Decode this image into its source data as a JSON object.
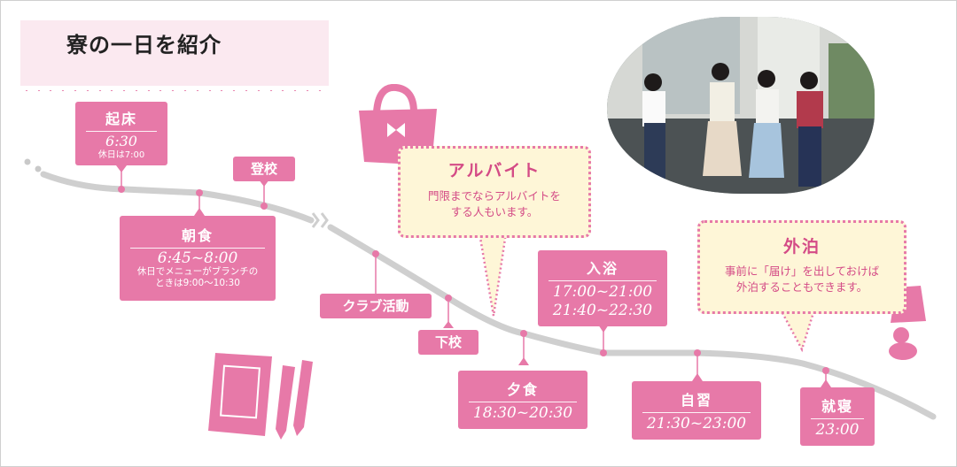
{
  "header": {
    "title": "寮の一日を紹介"
  },
  "colors": {
    "accent": "#e779a8",
    "callout_bg": "#fef6d7",
    "road": "#cfcfcf"
  },
  "events": [
    {
      "key": "wake",
      "name": "起床",
      "time": "6:30",
      "note": "休日は7:00"
    },
    {
      "key": "breakfast",
      "name": "朝食",
      "time": "6:45~8:00",
      "note1": "休日でメニューがブランチの",
      "note2": "ときは9:00〜10:30"
    },
    {
      "key": "bath",
      "name": "入浴",
      "time1": "17:00~21:00",
      "time2": "21:40~22:30"
    },
    {
      "key": "dinner",
      "name": "夕食",
      "time": "18:30~20:30"
    },
    {
      "key": "study",
      "name": "自習",
      "time": "21:30~23:00"
    },
    {
      "key": "sleep",
      "name": "就寝",
      "time": "23:00"
    }
  ],
  "tags": {
    "school": "登校",
    "club": "クラブ活動",
    "return": "下校"
  },
  "callouts": {
    "parttime": {
      "title": "アルバイト",
      "line1": "門限までならアルバイトを",
      "line2": "する人もいます。"
    },
    "overnight": {
      "title": "外泊",
      "line1": "事前に「届け」を出しておけば",
      "line2": "外泊することもできます。"
    }
  },
  "icons": [
    "bag-icon",
    "notebook-icon",
    "pen-icon",
    "pencil-icon",
    "lamp-icon",
    "photo-students"
  ]
}
